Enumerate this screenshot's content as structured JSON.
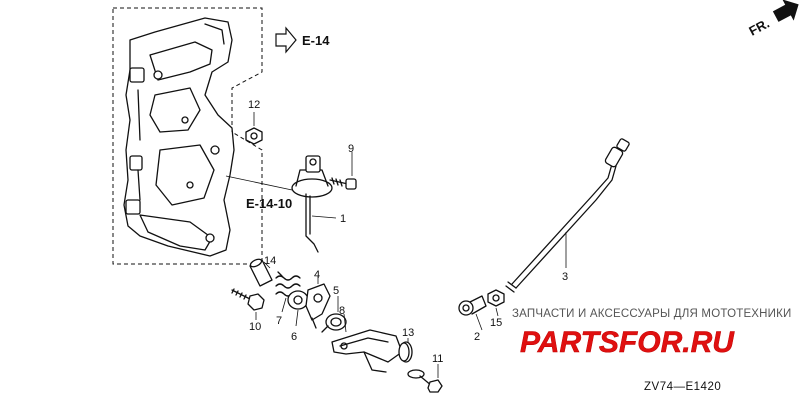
{
  "refs": {
    "e14": "E-14",
    "e1410": "E-14-10",
    "fr": "FR."
  },
  "callouts": {
    "p1": "1",
    "p2": "2",
    "p3": "3",
    "p4": "4",
    "p5": "5",
    "p6": "6",
    "p7": "7",
    "p8": "8",
    "p9": "9",
    "p10": "10",
    "p11": "11",
    "p12": "12",
    "p13": "13",
    "p14": "14",
    "p15": "15"
  },
  "watermark": {
    "tagline": "ЗАПЧАСТИ И АКСЕССУАРЫ ДЛЯ МОТОТЕХНИКИ",
    "brand": "PARTSFOR.RU",
    "brand_color": "#e01010"
  },
  "diagram_code": "ZV74—E1420",
  "icons": {
    "direction_arrow": "hollow-right-arrow",
    "front_arrow": "front-direction-arrow"
  }
}
